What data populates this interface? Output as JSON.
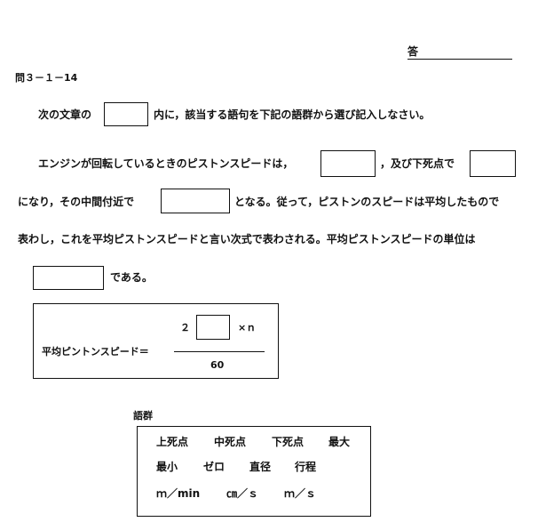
{
  "answer": {
    "label": "答"
  },
  "problem": {
    "number": "問３－１－14"
  },
  "instruction": {
    "before": "次の文章の",
    "after": "内に，該当する語句を下記の語群から選び記入しなさい。"
  },
  "passage": {
    "line1_a": "エンジンが回転しているときのピストンスピードは，",
    "line1_b": "，及び下死点で",
    "line2_a": "になり，その中間付近で",
    "line2_b": "となる。従って，ピストンのスピードは平均したもので",
    "line3": "表わし，これを平均ピストンスピードと言い次式で表わされる。平均ピストンスピードの単位は",
    "line4": "である。"
  },
  "formula": {
    "label": "平均ピントンスピード＝",
    "coef": "２",
    "times_n": "×ｎ",
    "denominator": "60"
  },
  "word_bank": {
    "title": "語群",
    "row1": [
      "上死点",
      "中死点",
      "下死点",
      "最大"
    ],
    "row2": [
      "最小",
      "ゼロ",
      "直径",
      "行程"
    ],
    "row3": [
      "ｍ／min",
      "㎝／ｓ",
      "ｍ／ｓ"
    ]
  }
}
